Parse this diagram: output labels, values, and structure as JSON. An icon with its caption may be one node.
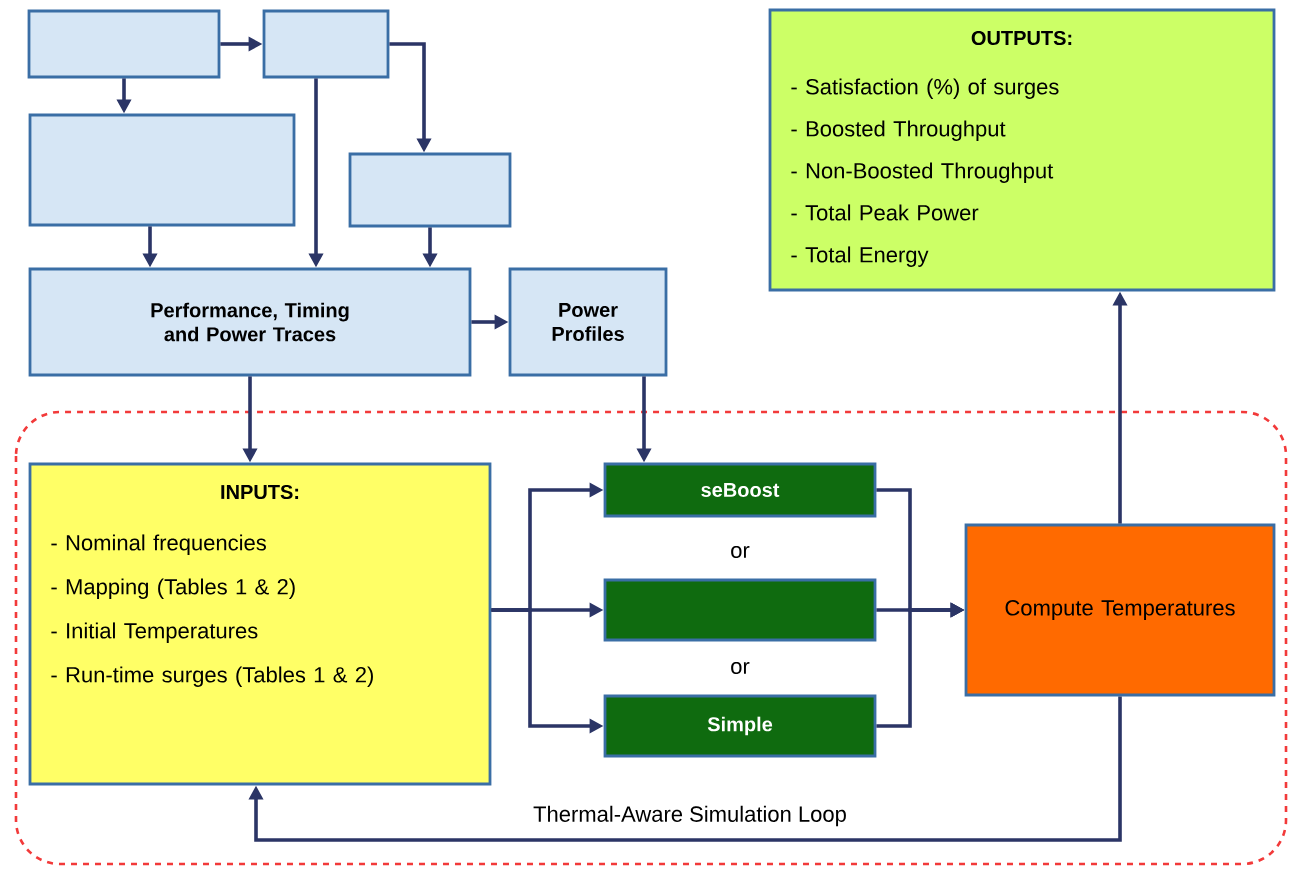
{
  "diagram": {
    "nodes": [
      {
        "text": [],
        "shape": "box"
      },
      {
        "text": [],
        "shape": "box"
      },
      {
        "text": [],
        "shape": "box"
      },
      {
        "text": [],
        "shape": "box"
      },
      {
        "text": [
          "Performance, Timing and Power Traces"
        ]
      },
      {
        "text": [
          "Power Profiles"
        ]
      },
      {
        "text": [
          "INPUTS:",
          "- Nominal frequencies",
          "- Mapping (Tables 1 & 2)",
          "- Initial Temperatures",
          "- Run-time surges (Tables 1 & 2)"
        ]
      },
      {
        "text": [
          "OUTPUTS:",
          "- Satisfaction (%) of surges",
          "- Boosted Throughput",
          "- Non-Boosted Throughput",
          "- Total Peak Power",
          "- Total Energy"
        ]
      },
      {
        "text": [
          "seBoost"
        ]
      },
      {
        "text": [],
        "shape": "box"
      },
      {
        "text": [
          "Simple"
        ]
      },
      {
        "text": [
          "Compute Temperatures"
        ]
      }
    ],
    "edges": [
      {
        "from": 0,
        "to": 1,
        "arrow": "to"
      },
      {
        "from": 0,
        "to": 2,
        "arrow": "to"
      },
      {
        "from": 1,
        "to": 3,
        "arrow": "to"
      },
      {
        "from": 1,
        "to": 4,
        "arrow": "to"
      },
      {
        "from": 2,
        "to": 4,
        "arrow": "to"
      },
      {
        "from": 3,
        "to": 4,
        "arrow": "to"
      },
      {
        "from": 4,
        "to": 5,
        "arrow": "to"
      },
      {
        "from": 4,
        "to": 6,
        "arrow": "to"
      },
      {
        "from": 5,
        "to": 8,
        "arrow": "to"
      },
      {
        "from": 6,
        "to": 8,
        "arrow": "to"
      },
      {
        "from": 6,
        "to": 9,
        "arrow": "to"
      },
      {
        "from": 6,
        "to": 10,
        "arrow": "to"
      },
      {
        "from": 8,
        "to": 11,
        "arrow": "to"
      },
      {
        "from": 9,
        "to": 11,
        "arrow": "to"
      },
      {
        "from": 10,
        "to": 11,
        "arrow": "to"
      },
      {
        "from": 11,
        "to": 7,
        "arrow": "to"
      },
      {
        "from": 11,
        "to": 6,
        "arrow": "to",
        "label": "Thermal-Aware Simulation Loop"
      }
    ],
    "labels": [
      "or",
      "or"
    ]
  }
}
